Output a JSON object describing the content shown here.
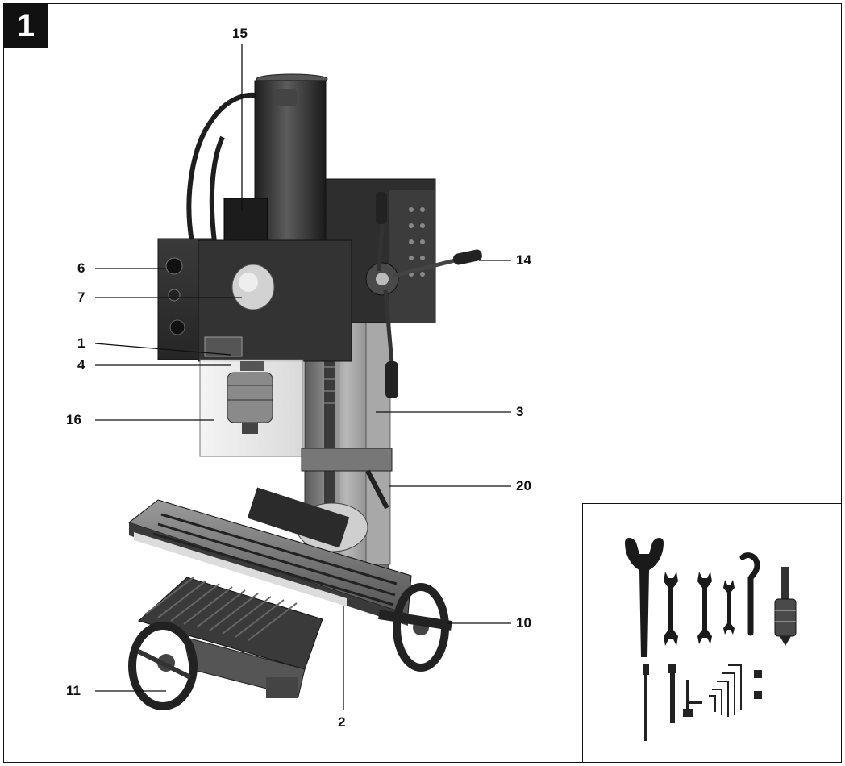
{
  "figure": {
    "number": "1"
  },
  "callouts": {
    "c15": "15",
    "c14": "14",
    "c6": "6",
    "c7": "7",
    "c1": "1",
    "c4": "4",
    "c16": "16",
    "c3": "3",
    "c20": "20",
    "c10": "10",
    "c11": "11",
    "c2": "2"
  },
  "colors": {
    "ink": "#111111",
    "metal_dark": "#2b2b2b",
    "metal_mid": "#6e6e6e",
    "metal_light": "#bdbdbd",
    "guard": "#e4e4e4"
  }
}
